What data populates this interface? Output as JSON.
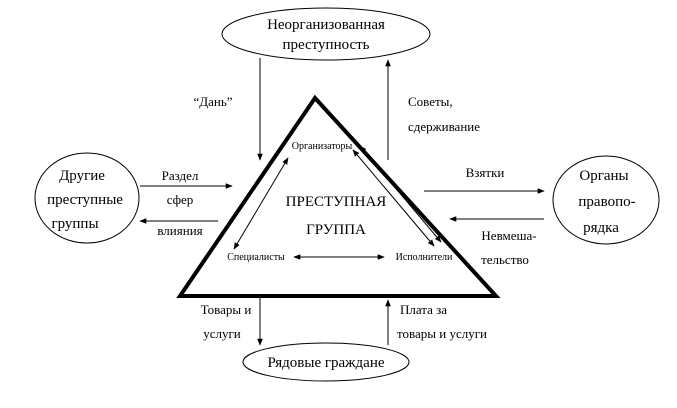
{
  "nodes": {
    "organized_crime": {
      "line1": "Неорганизованная",
      "line2": "преступность"
    },
    "other_groups": {
      "line1": "Другие",
      "line2": "преступные",
      "line3": "группы"
    },
    "law_enforcement": {
      "line1": "Органы",
      "line2": "правопо-",
      "line3": "рядка"
    },
    "citizens": {
      "label": "Рядовые граждане"
    },
    "criminal_group": {
      "line1": "ПРЕСТУПНАЯ",
      "line2": "ГРУППА"
    }
  },
  "inner_roles": {
    "organizers": "Организаторы",
    "specialists": "Специалисты",
    "executors": "Исполнители"
  },
  "edge_labels": {
    "tribute": "“Дань”",
    "advice_line1": "Советы,",
    "advice_line2": "сдерживание",
    "division_line1": "Раздел",
    "division_line2": "сфер",
    "division_line3": "влияния",
    "bribes": "Взятки",
    "noninterf_line1": "Невмеша-",
    "noninterf_line2": "тельство",
    "goods_line1": "Товары и",
    "goods_line2": "услуги",
    "payment_line1": "Плата за",
    "payment_line2": "товары и услуги"
  }
}
